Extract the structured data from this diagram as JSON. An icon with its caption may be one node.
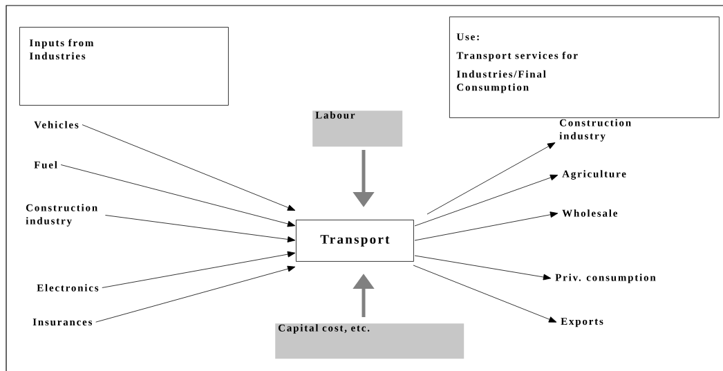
{
  "diagram": {
    "nodes": [
      {
        "text": [
          "Inputs from Industries"
        ]
      },
      {
        "text": [
          "Use:",
          "Transport services for",
          "Industries/Final Consumption"
        ]
      },
      {
        "text": [
          "Labour"
        ]
      },
      {
        "text": [
          "Vehicles"
        ]
      },
      {
        "text": [
          "Fuel"
        ]
      },
      {
        "text": [
          "Construction industry"
        ]
      },
      {
        "text": [
          "Electronics"
        ]
      },
      {
        "text": [
          "Insurances"
        ]
      },
      {
        "text": [
          "Transport"
        ]
      },
      {
        "text": [
          "Capital cost, etc."
        ]
      },
      {
        "text": [
          "Construction industry"
        ]
      },
      {
        "text": [
          "Agriculture"
        ]
      },
      {
        "text": [
          "Wholesale"
        ]
      },
      {
        "text": [
          "Priv. consumption"
        ]
      },
      {
        "text": [
          "Exports"
        ]
      }
    ],
    "edges": [
      {
        "from": 3,
        "to": 8,
        "arrow": "to"
      },
      {
        "from": 4,
        "to": 8,
        "arrow": "to"
      },
      {
        "from": 5,
        "to": 8,
        "arrow": "to"
      },
      {
        "from": 6,
        "to": 8,
        "arrow": "to"
      },
      {
        "from": 7,
        "to": 8,
        "arrow": "to"
      },
      {
        "from": 2,
        "to": 8,
        "arrow": "to",
        "style": "thick",
        "color": "#808080"
      },
      {
        "from": 9,
        "to": 8,
        "arrow": "to",
        "style": "thick",
        "color": "#808080"
      },
      {
        "from": 8,
        "to": 10,
        "arrow": "to"
      },
      {
        "from": 8,
        "to": 11,
        "arrow": "to"
      },
      {
        "from": 8,
        "to": 12,
        "arrow": "to"
      },
      {
        "from": 8,
        "to": 13,
        "arrow": "to"
      },
      {
        "from": 8,
        "to": 14,
        "arrow": "to"
      }
    ]
  }
}
